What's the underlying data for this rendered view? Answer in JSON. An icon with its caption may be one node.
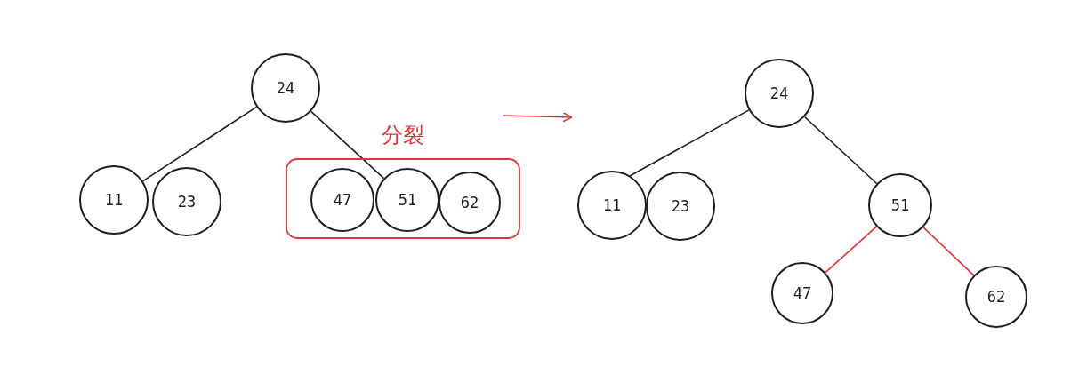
{
  "diagram": {
    "nodes": [
      {
        "text": [
          "24"
        ]
      },
      {
        "text": [
          "11"
        ]
      },
      {
        "text": [
          "23"
        ]
      },
      {
        "text": [
          "分裂"
        ]
      },
      {
        "text": [
          "47"
        ],
        "in": 3
      },
      {
        "text": [
          "51"
        ],
        "in": 3
      },
      {
        "text": [
          "62"
        ],
        "in": 3
      },
      {
        "text": [
          "24"
        ]
      },
      {
        "text": [
          "11"
        ]
      },
      {
        "text": [
          "23"
        ]
      },
      {
        "text": [
          "51"
        ]
      },
      {
        "text": [
          "47"
        ]
      },
      {
        "text": [
          "62"
        ]
      }
    ],
    "edges": [
      {
        "from": 0,
        "to": 1,
        "arrow": "none"
      },
      {
        "from": 0,
        "to": 5,
        "arrow": "none"
      },
      {
        "from": 7,
        "to": 8,
        "arrow": "none"
      },
      {
        "from": 7,
        "to": 10,
        "arrow": "none"
      },
      {
        "from": 10,
        "to": 11,
        "arrow": "none",
        "color": "#e03535"
      },
      {
        "from": 10,
        "to": 12,
        "arrow": "none",
        "color": "#e03535"
      }
    ]
  }
}
